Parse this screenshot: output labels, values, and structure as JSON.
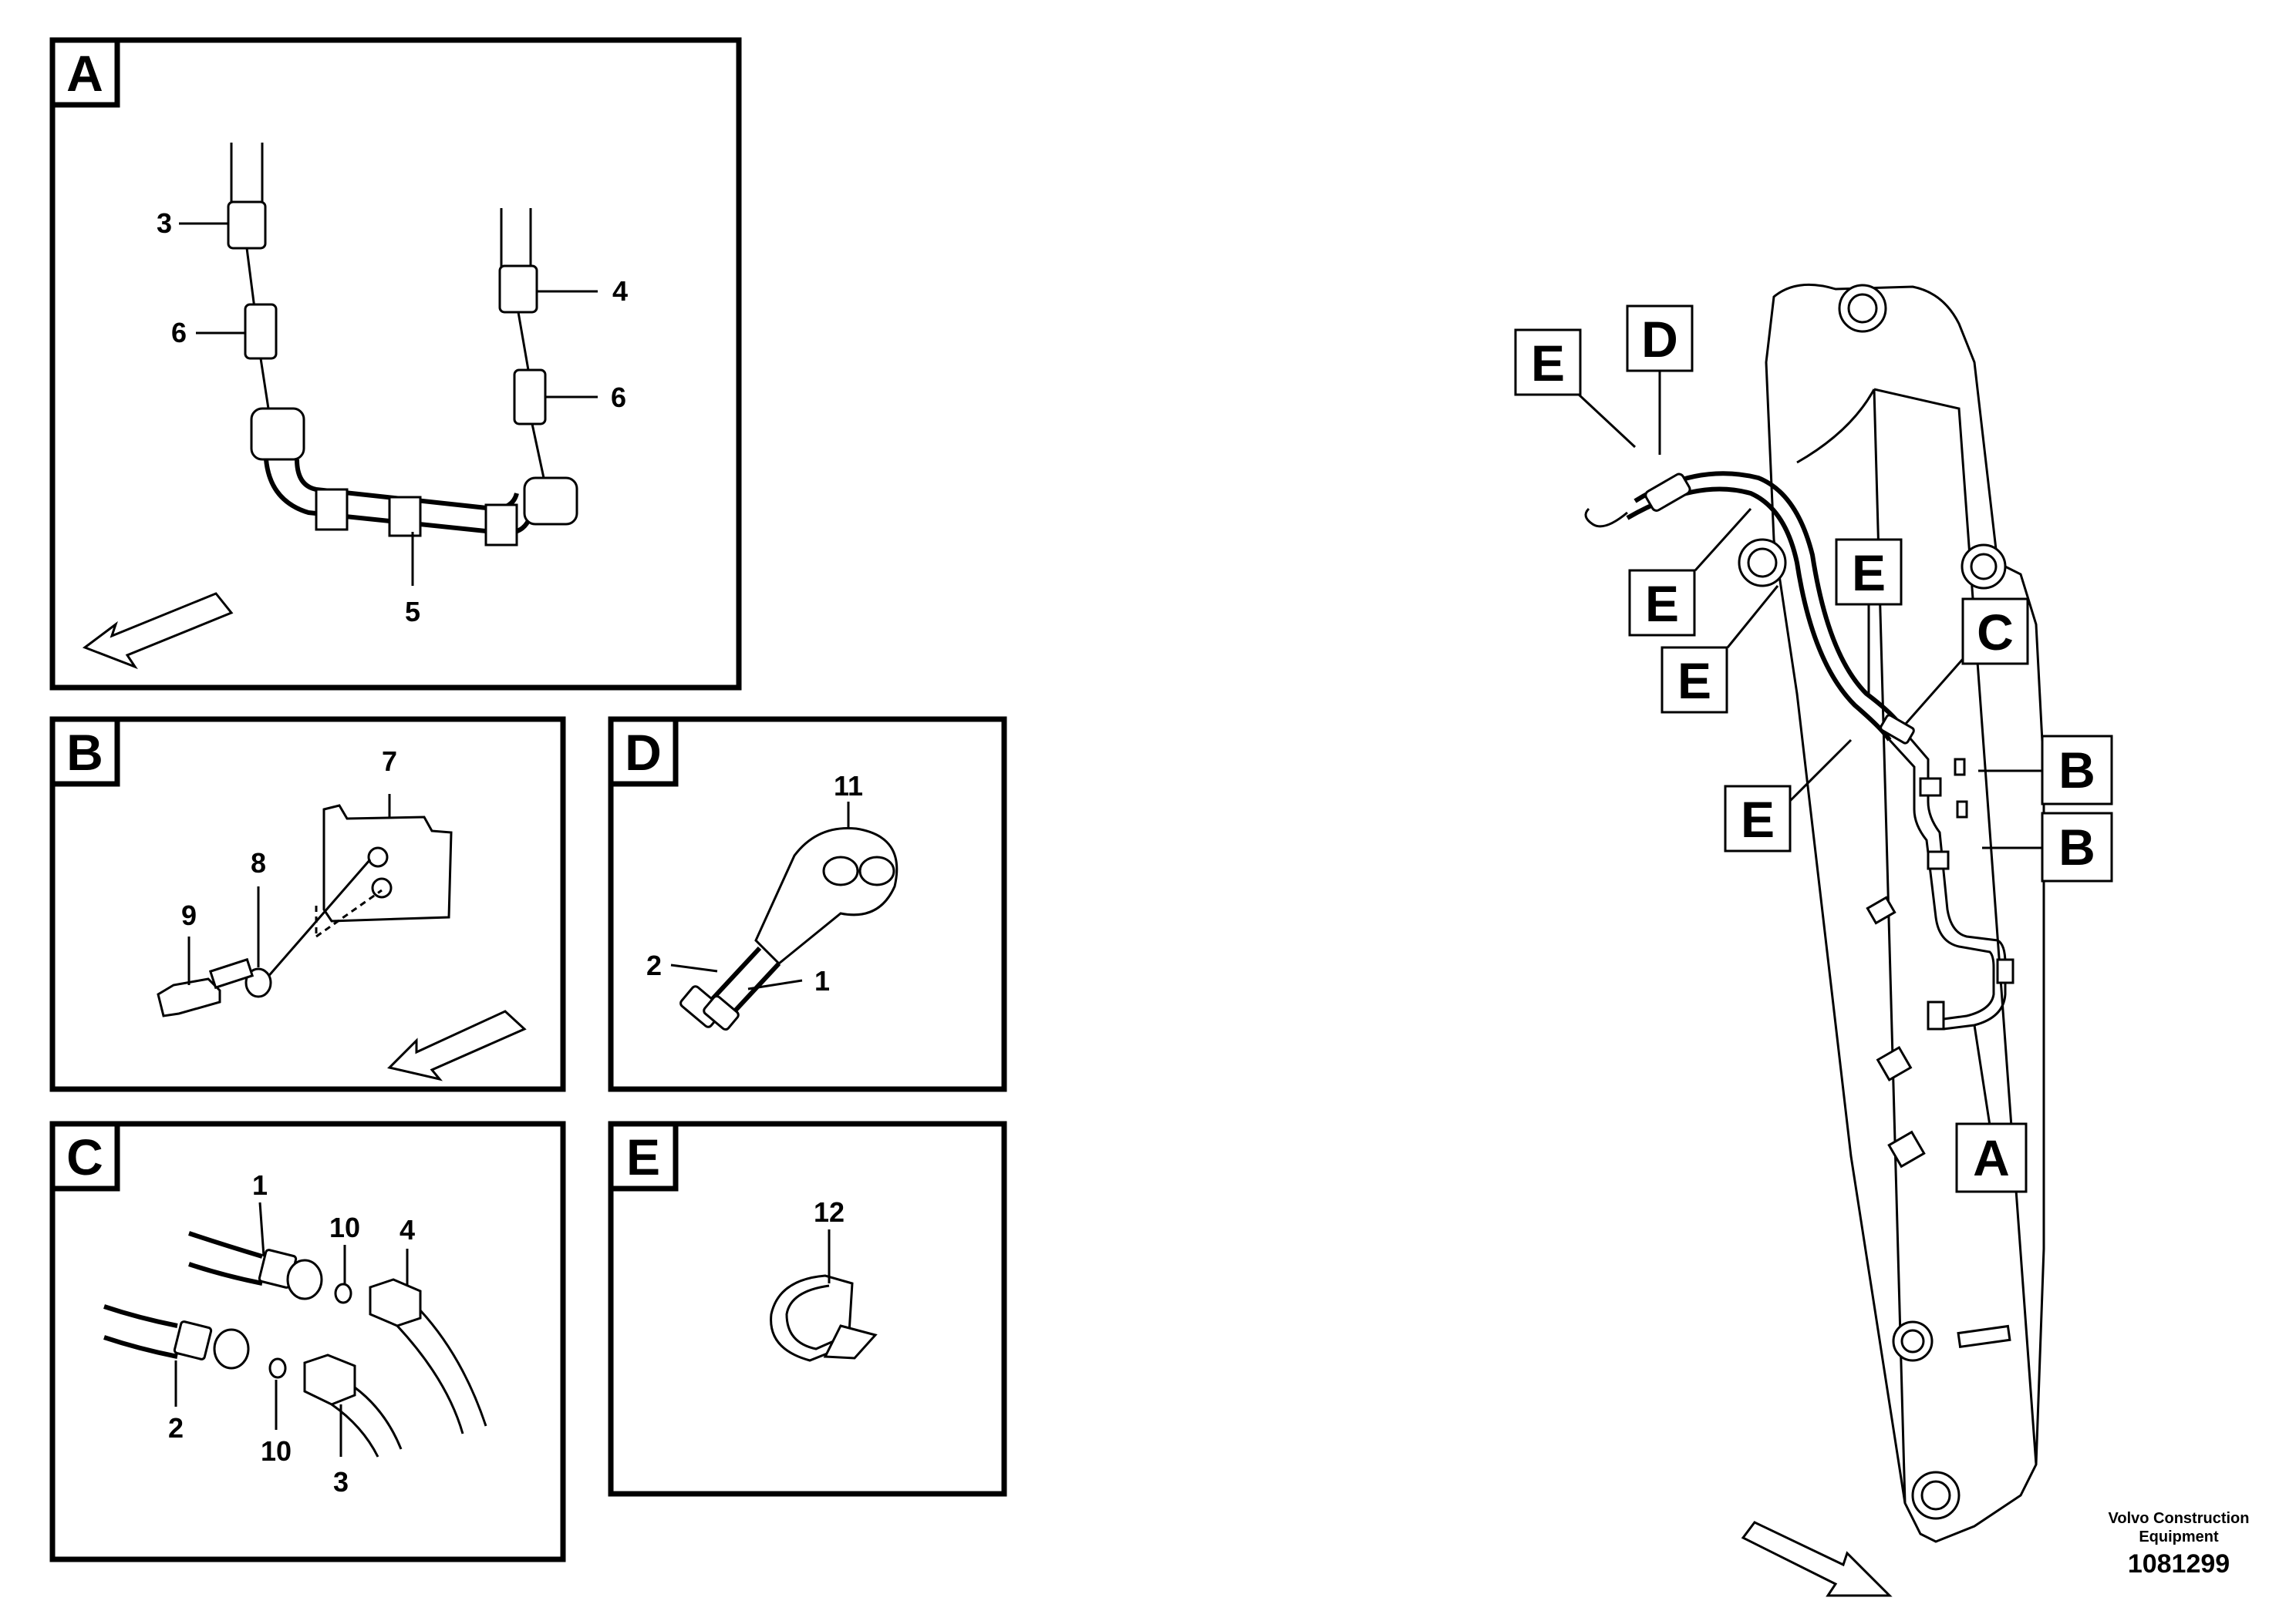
{
  "panels": [
    {
      "id": "A",
      "title": "A",
      "items": [
        "3",
        "4",
        "5",
        "6",
        "6"
      ]
    },
    {
      "id": "B",
      "title": "B",
      "items": [
        "7",
        "8",
        "9"
      ]
    },
    {
      "id": "C",
      "title": "C",
      "items": [
        "1",
        "2",
        "3",
        "4",
        "10",
        "10"
      ]
    },
    {
      "id": "D",
      "title": "D",
      "items": [
        "1",
        "2",
        "11"
      ]
    },
    {
      "id": "E",
      "title": "E",
      "items": [
        "12"
      ]
    }
  ],
  "panel_labels": {
    "A": {
      "n3": "3",
      "n4": "4",
      "n5": "5",
      "n6a": "6",
      "n6b": "6"
    },
    "B": {
      "n7": "7",
      "n8": "8",
      "n9": "9"
    },
    "C": {
      "n1": "1",
      "n2": "2",
      "n3": "3",
      "n4": "4",
      "n10a": "10",
      "n10b": "10"
    },
    "D": {
      "n1": "1",
      "n2": "2",
      "n11": "11"
    },
    "E": {
      "n12": "12"
    }
  },
  "boom_callouts": {
    "E1": "E",
    "D": "D",
    "E2": "E",
    "E3": "E",
    "E4": "E",
    "C": "C",
    "B1": "B",
    "B2": "B",
    "E5": "E",
    "A": "A"
  },
  "footer": {
    "company": "Volvo Construction Equipment",
    "doc_number": "1081299"
  },
  "icons": [
    "direction-arrow-icon"
  ]
}
